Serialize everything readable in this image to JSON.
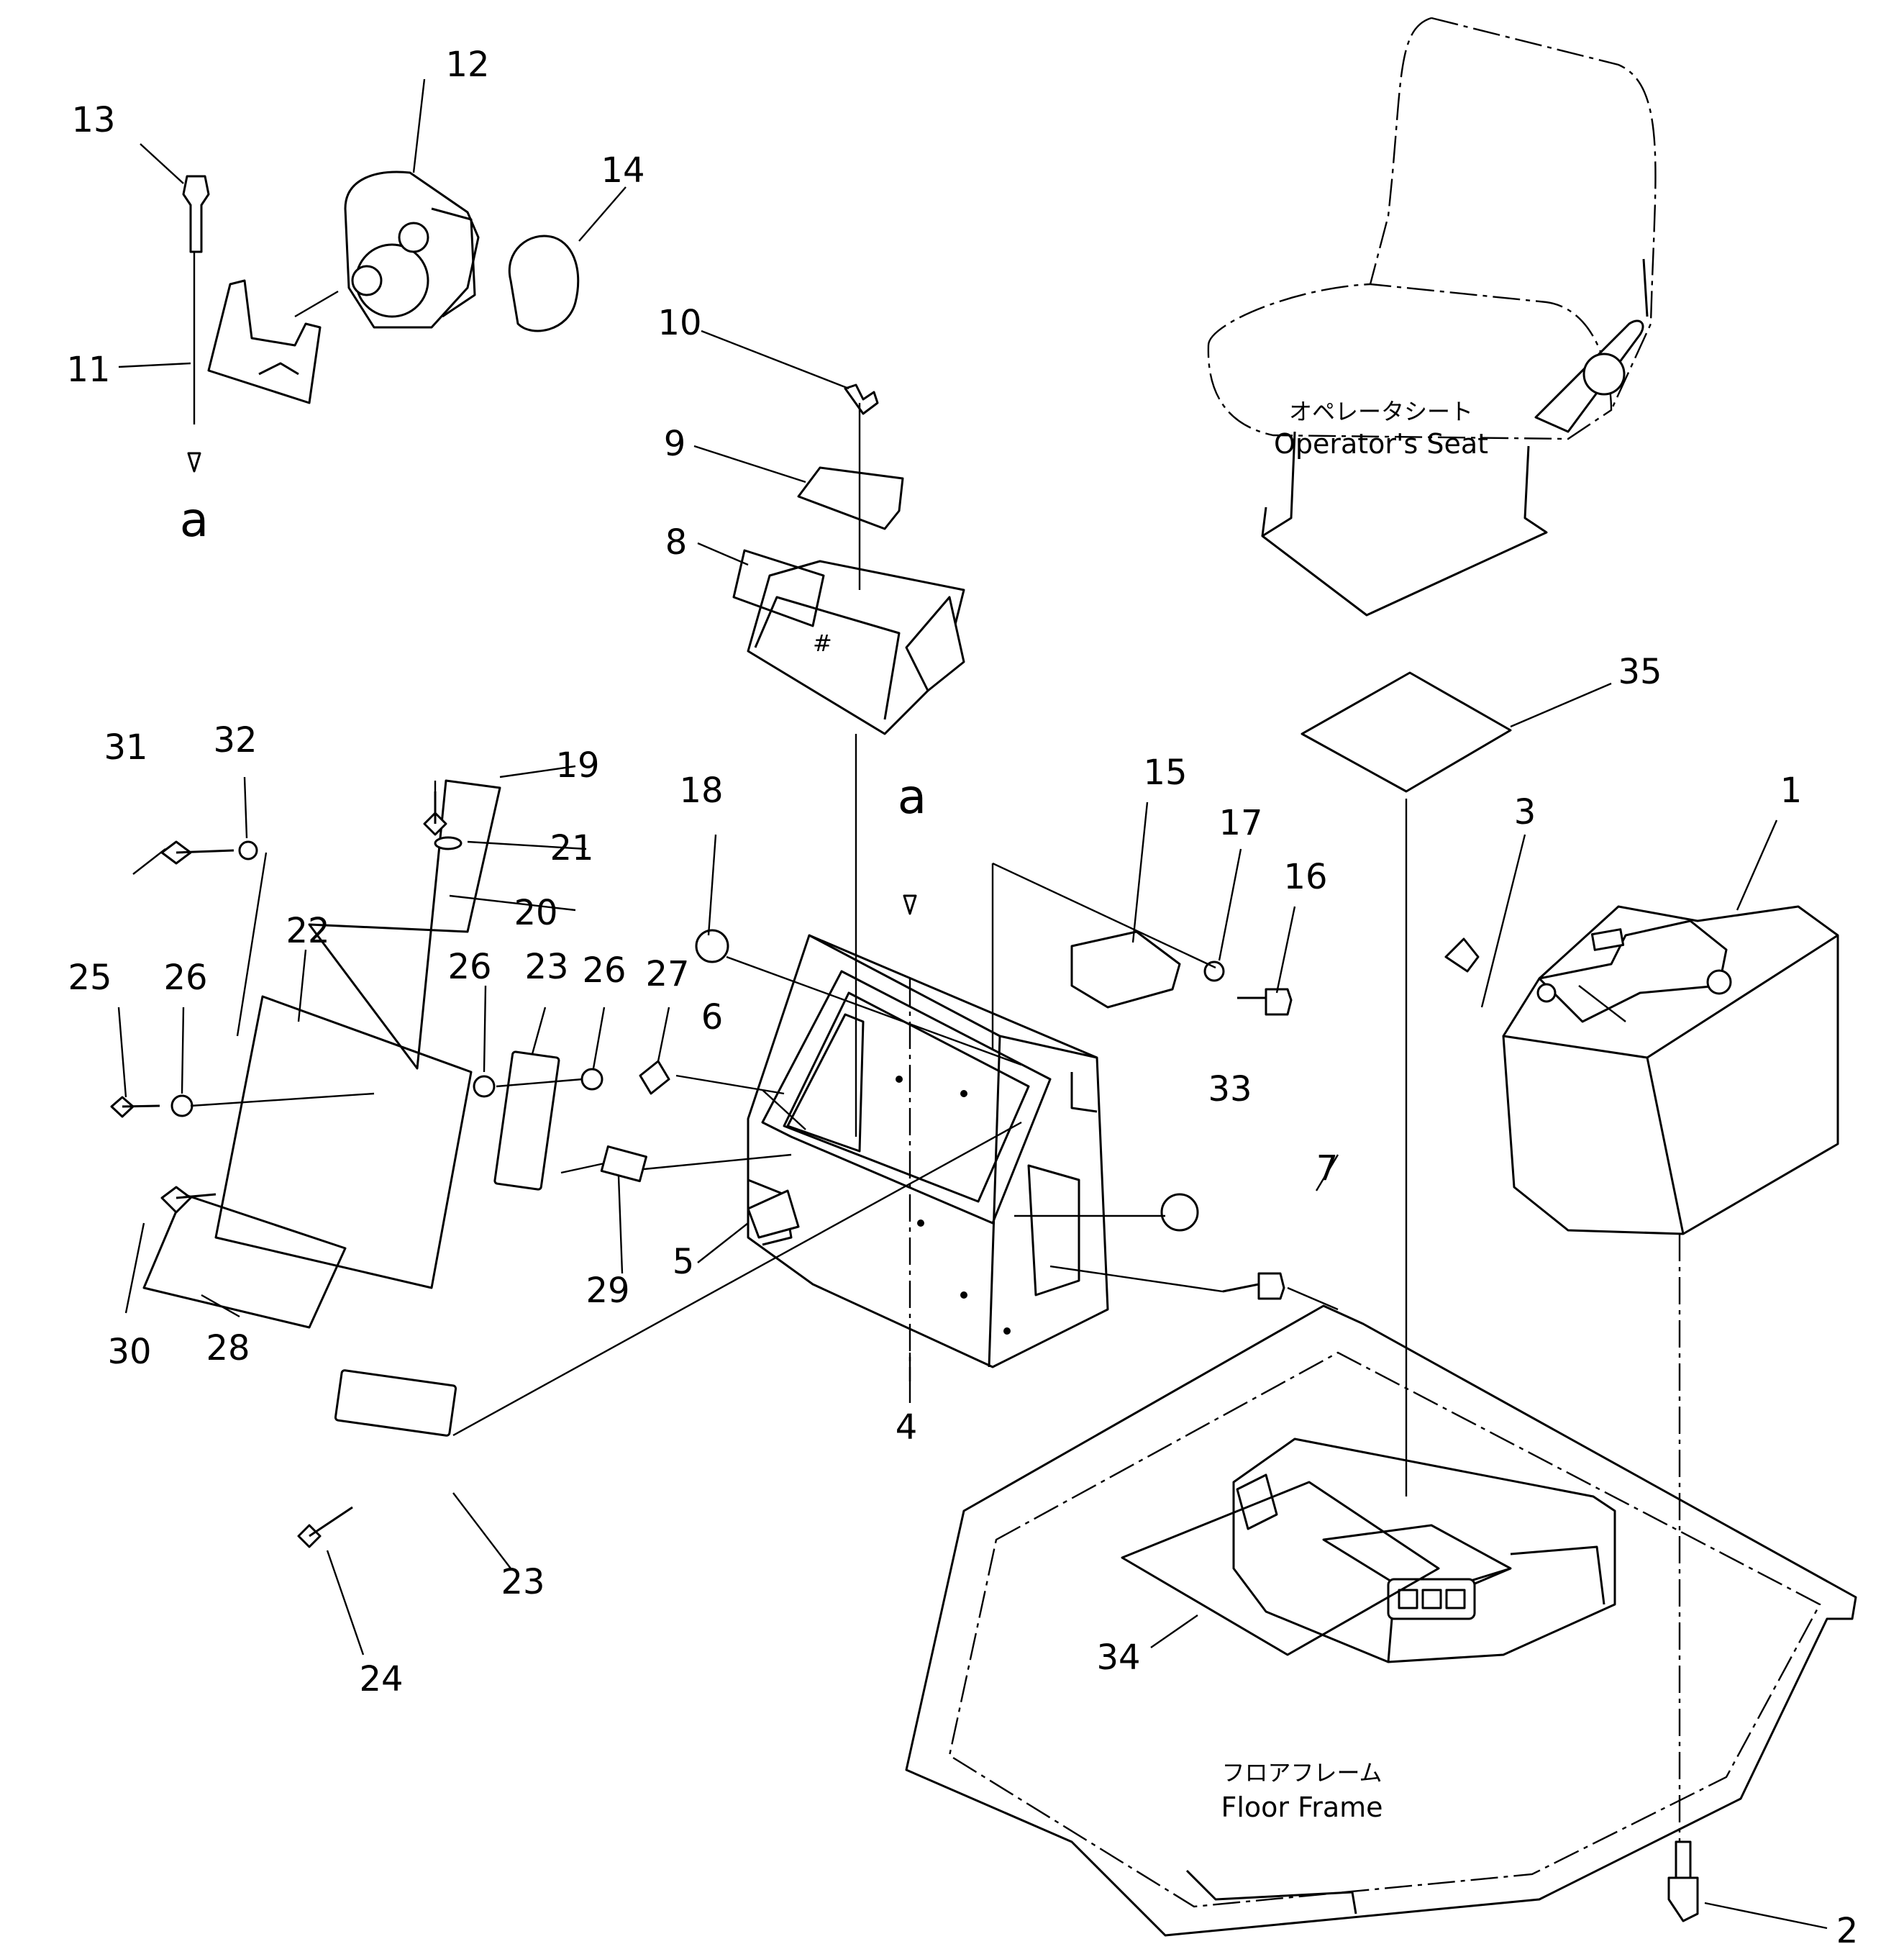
{
  "callouts": {
    "c1": "1",
    "c2": "2",
    "c3": "3",
    "c4": "4",
    "c5": "5",
    "c6": "6",
    "c7": "7",
    "c8": "8",
    "c9": "9",
    "c10": "10",
    "c11": "11",
    "c12": "12",
    "c13": "13",
    "c14": "14",
    "c15": "15",
    "c16": "16",
    "c17": "17",
    "c18": "18",
    "c19": "19",
    "c20": "20",
    "c21": "21",
    "c22": "22",
    "c23a": "23",
    "c23b": "23",
    "c24": "24",
    "c25": "25",
    "c26a": "26",
    "c26b": "26",
    "c26c": "26",
    "c27": "27",
    "c28": "28",
    "c29": "29",
    "c30": "30",
    "c31": "31",
    "c32": "32",
    "c33": "33",
    "c34": "34",
    "c35": "35"
  },
  "reference_marks": {
    "a_top": "a",
    "a_center": "a"
  },
  "captions": {
    "seat_jp": "オペレータシート",
    "seat_en": "Operator's Seat",
    "floor_jp": "フロアフレーム",
    "floor_en": "Floor Frame"
  }
}
